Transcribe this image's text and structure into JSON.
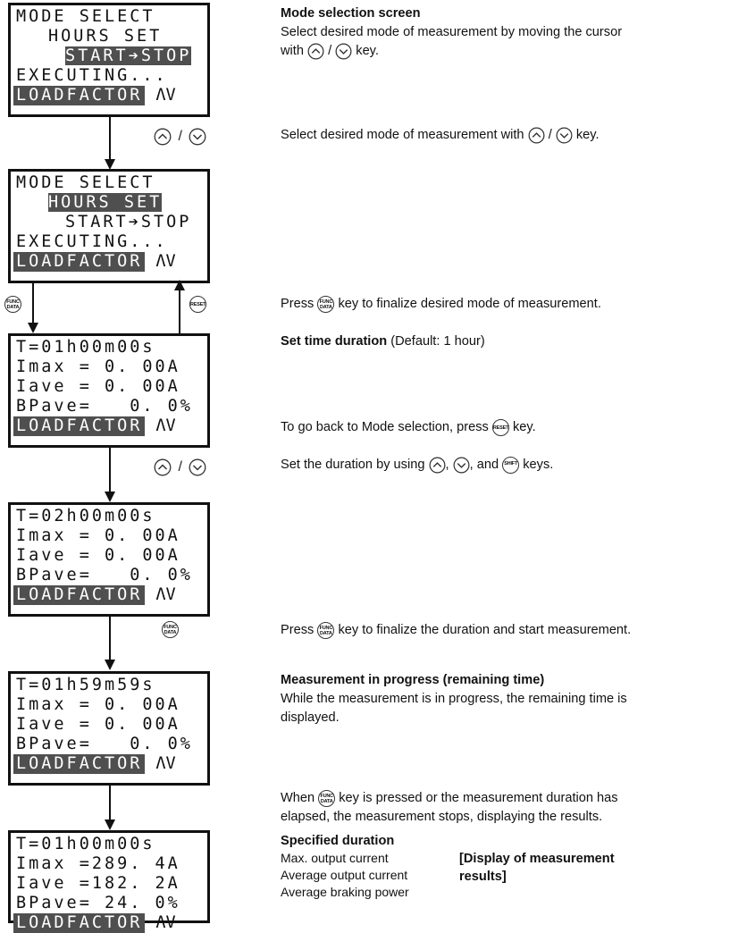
{
  "lcd_common": {
    "mode_select": "MODE SELECT",
    "hours_set": "HOURS SET",
    "start_stop": "START➔STOP",
    "executing": "EXECUTING...",
    "loadfactor": "LOADFACTOR",
    "updown": "ΛV"
  },
  "screens": [
    {
      "t": "T=01h00m00s",
      "imax": "Imax = 0. 00A",
      "iave": "Iave = 0. 00A",
      "bpave": "BPave=   0. 0%"
    },
    {
      "t": "T=02h00m00s",
      "imax": "Imax = 0. 00A",
      "iave": "Iave = 0. 00A",
      "bpave": "BPave=   0. 0%"
    },
    {
      "t": "T=01h59m59s",
      "imax": "Imax = 0. 00A",
      "iave": "Iave = 0. 00A",
      "bpave": "BPave=   0. 0%"
    },
    {
      "t": "T=01h00m00s",
      "imax": "Imax =289. 4A",
      "iave": "Iave =182. 2A",
      "bpave": "BPave= 24. 0%"
    }
  ],
  "keys": {
    "func_data": "FUNC DATA",
    "reset": "RESET",
    "shift": "SHIFT",
    "slash": "/"
  },
  "text": {
    "mode_title": "Mode selection screen",
    "mode_desc1": "Select desired mode of measurement by moving the cursor",
    "mode_desc2_pre": "with",
    "mode_desc2_post": "key.",
    "select_pre": "Select desired mode of measurement with",
    "select_post": "key.",
    "press_pre": "Press",
    "press_post": "key to finalize desired mode of measurement.",
    "set_title": "Set time duration",
    "set_default": "(Default: 1 hour)",
    "goback_pre": "To go back to Mode selection, press",
    "goback_post": "key.",
    "duration_pre": "Set the duration by using",
    "duration_mid": ",",
    "duration_and": ", and",
    "duration_post": "keys.",
    "press2_pre": "Press",
    "press2_post": "key to finalize the duration and start measurement.",
    "progress_title": "Measurement in progress (remaining time)",
    "progress_desc1": "While the measurement is in progress, the remaining time is",
    "progress_desc2": "displayed.",
    "when_pre": "When",
    "when_post": "key is pressed or the measurement duration has",
    "when_desc2": "elapsed, the measurement stops, displaying the results.",
    "spec_duration": "Specified duration",
    "max_current": "Max. output current",
    "avg_current": "Average output current",
    "avg_braking": "Average braking power",
    "results_line1": "[Display of measurement",
    "results_line2": "results]"
  }
}
